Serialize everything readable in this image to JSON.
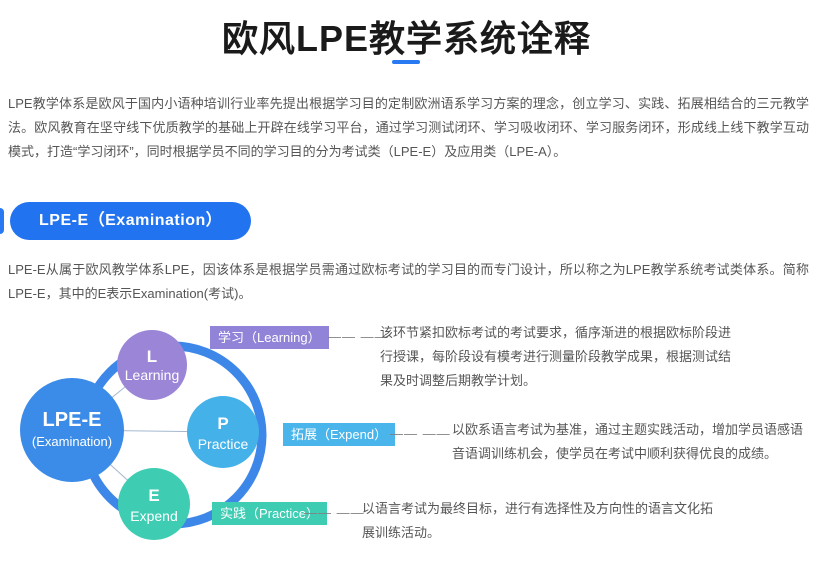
{
  "page": {
    "title": "欧风LPE教学系统诠释",
    "accent_color": "#2979f2",
    "intro": "LPE教学体系是欧风于国内小语种培训行业率先提出根据学习目的定制欧洲语系学习方案的理念，创立学习、实践、拓展相结合的三元教学法。欧风教育在坚守线下优质教学的基础上开辟在线学习平台，通过学习测试闭环、学习吸收闭环、学习服务闭环，形成线上线下教学互动模式，打造“学习闭环”，同时根据学员不同的学习目的分为考试类（LPE-E）及应用类（LPE-A）。"
  },
  "lpee": {
    "badge_label": "LPE-E（Examination）",
    "badge_color": "#2273ef",
    "description": "LPE-E从属于欧风教学体系LPE，因该体系是根据学员需通过欧标考试的学习目的而专门设计，所以称之为LPE教学系统考试类体系。简称LPE-E，其中的E表示Examination(考试)。"
  },
  "diagram": {
    "ring_color": "#3d87e9",
    "connector_color": "#a3b8cf",
    "center": {
      "title": "LPE-E",
      "subtitle": "(Examination)",
      "color": "#3b8ce8"
    },
    "nodes": [
      {
        "initial": "L",
        "label": "Learning",
        "color": "#9b85d6"
      },
      {
        "initial": "P",
        "label": "Practice",
        "color": "#45b1e9"
      },
      {
        "initial": "E",
        "label": "Expend",
        "color": "#3ecdb3"
      }
    ]
  },
  "items": [
    {
      "tag": "学习（Learning）",
      "tag_color": "#9183d7",
      "dashes": "—— ——",
      "description": "该环节紧扣欧标考试的考试要求，循序渐进的根据欧标阶段进行授课，每阶段设有模考进行测量阶段教学成果，根据测试结果及时调整后期教学计划。"
    },
    {
      "tag": "拓展（Expend）",
      "tag_color": "#49b5ea",
      "dashes": "—— ——",
      "description": "以欧系语言考试为基准，通过主题实践活动，增加学员语感语音语调训练机会，使学员在考试中顺利获得优良的成绩。"
    },
    {
      "tag": "实践（Practice）",
      "tag_color": "#3ecdb3",
      "dashes": "—— ——",
      "description": "以语言考试为最终目标，进行有选择性及方向性的语言文化拓展训练活动。"
    }
  ]
}
